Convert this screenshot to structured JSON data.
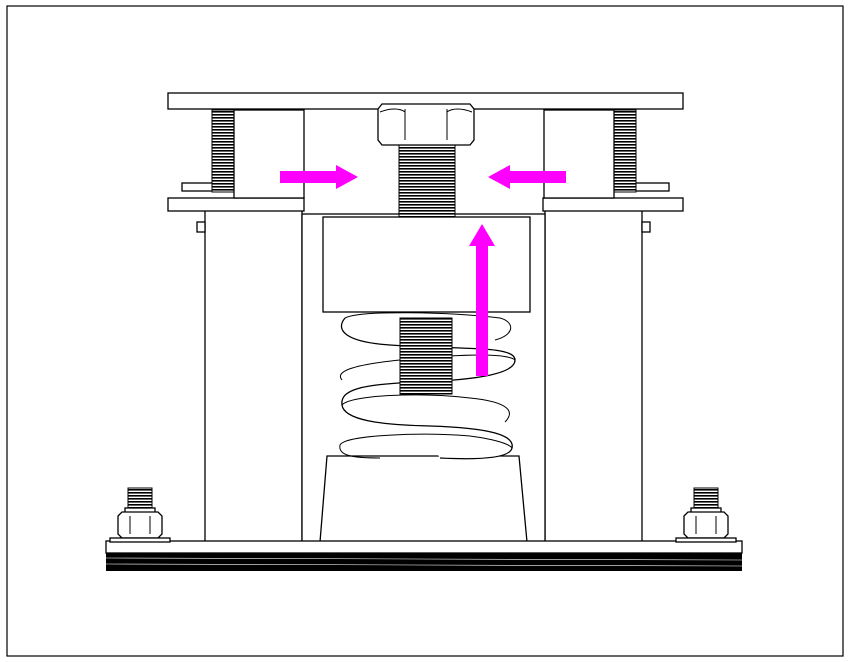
{
  "colors": {
    "line": "#000000",
    "background": "#ffffff",
    "force_arrows": "#ff00ff"
  },
  "components": {
    "top_plate": "top-plate",
    "center_bolt": "center-bolt",
    "hex_nut": "hex-nut",
    "side_blocks": "side-blocks",
    "spring_cap": "spring-cap",
    "coil_spring": "coil-spring",
    "spring_base": "spring-base",
    "housing": "housing",
    "base_plate": "base-plate",
    "anchor_bolts": "anchor-bolts"
  },
  "arrows": [
    {
      "id": "left-lateral",
      "direction": "right"
    },
    {
      "id": "right-lateral",
      "direction": "left"
    },
    {
      "id": "vertical",
      "direction": "up"
    }
  ]
}
